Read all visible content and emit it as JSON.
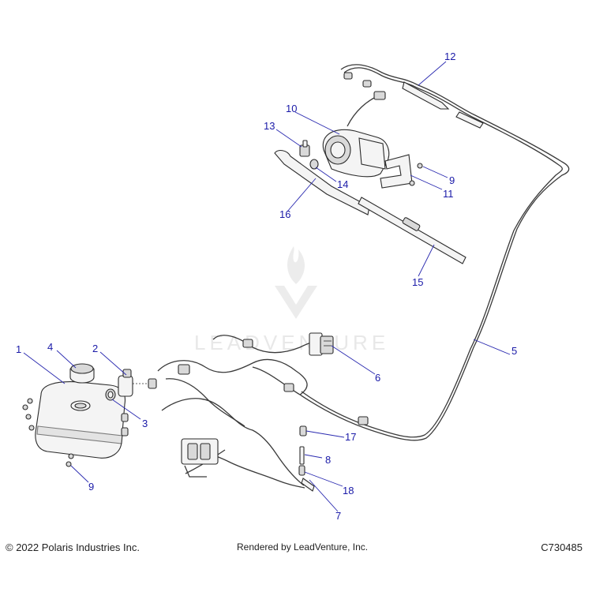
{
  "callouts": [
    {
      "label": "1"
    },
    {
      "label": "2"
    },
    {
      "label": "3"
    },
    {
      "label": "4"
    },
    {
      "label": "5"
    },
    {
      "label": "6"
    },
    {
      "label": "7"
    },
    {
      "label": "8"
    },
    {
      "label": "9"
    },
    {
      "label": "9"
    },
    {
      "label": "10"
    },
    {
      "label": "11"
    },
    {
      "label": "12"
    },
    {
      "label": "13"
    },
    {
      "label": "14"
    },
    {
      "label": "15"
    },
    {
      "label": "16"
    },
    {
      "label": "17"
    },
    {
      "label": "18"
    }
  ],
  "watermark": {
    "text": "LEADVENTURE"
  },
  "footer": {
    "copyright": "© 2022 Polaris Industries Inc.",
    "rendered_by": "Rendered by LeadVenture, Inc.",
    "diagram_id": "C730485"
  },
  "colors": {
    "callout_text": "#1a1aa8",
    "leader_line": "#2a2ab0",
    "line_art": "#2b2b2b"
  }
}
